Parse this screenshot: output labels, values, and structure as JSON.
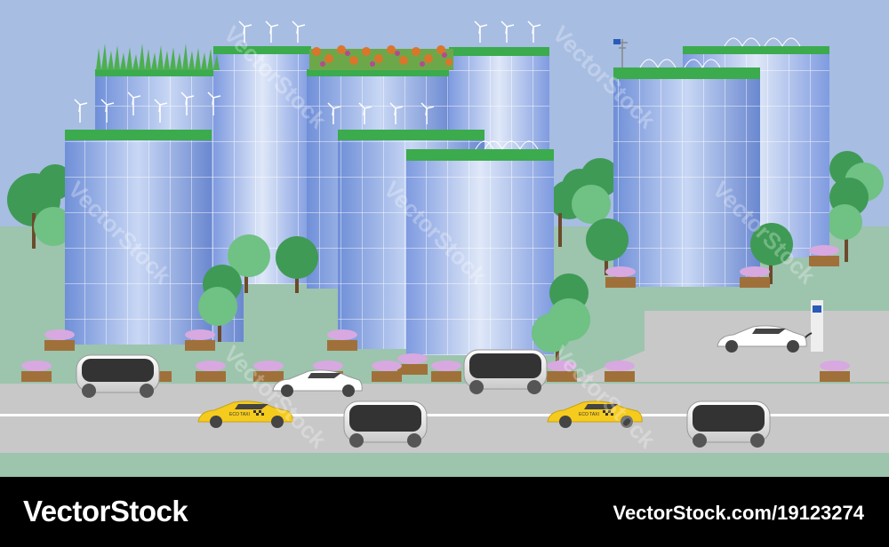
{
  "footer": {
    "brand": "VectorStock",
    "image_id": "VectorStock.com/19123274"
  },
  "watermark_text": "VectorStock",
  "taxi_sign": "ECO TAXI",
  "colors": {
    "sky": "#a7bde2",
    "ground": "#9dc4ad",
    "road": "#c8c8c8",
    "roof": "#3bab4d",
    "glass": "#9cb4e6",
    "taxi": "#f5cb1e",
    "footer": "#000000"
  }
}
